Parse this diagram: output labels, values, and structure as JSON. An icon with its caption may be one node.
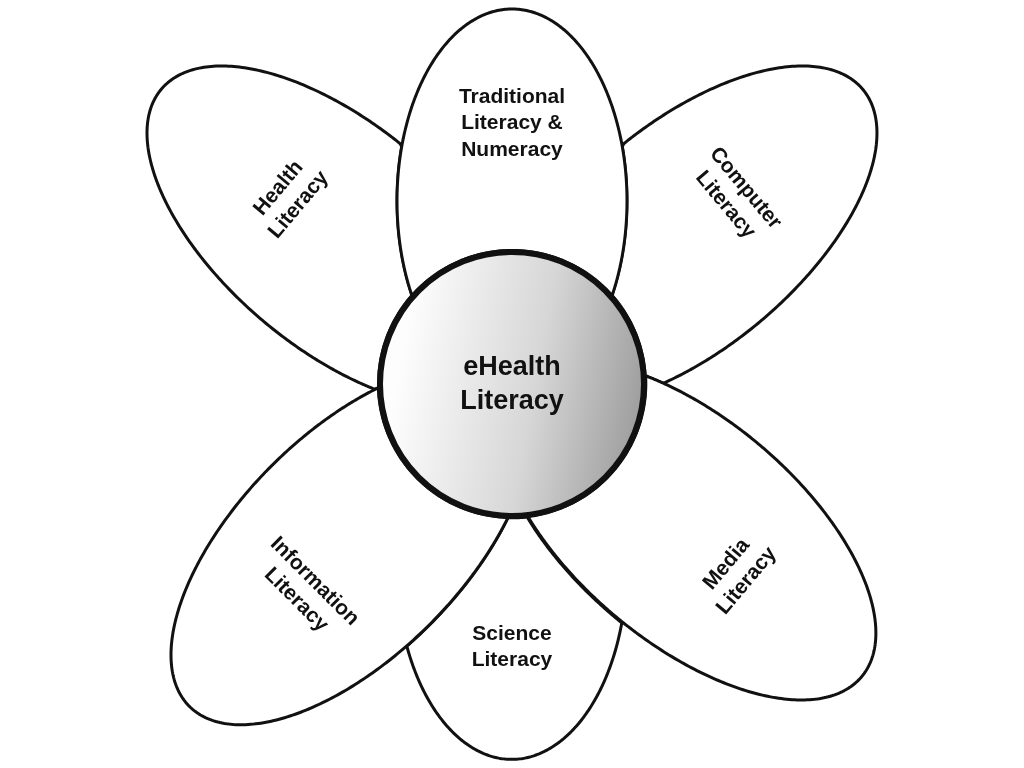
{
  "diagram": {
    "nodes": [
      {
        "text": [
          "Health Literacy"
        ]
      },
      {
        "text": [
          "Traditional Literacy & Numeracy"
        ]
      },
      {
        "text": [
          "Computer Literacy"
        ]
      },
      {
        "text": [
          "eHealth Literacy"
        ]
      },
      {
        "text": [
          "Information Literacy"
        ]
      },
      {
        "text": [
          "Science Literacy"
        ]
      },
      {
        "text": [
          "Media Literacy"
        ]
      }
    ]
  }
}
